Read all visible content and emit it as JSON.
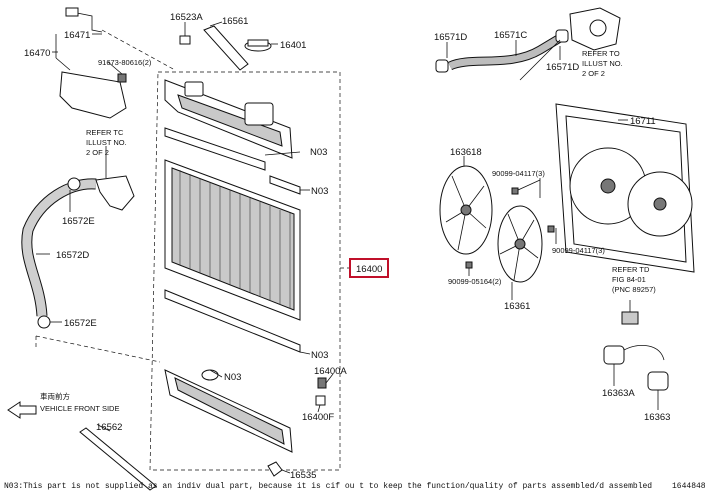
{
  "labels": {
    "p16471": "16471",
    "p16470": "16470",
    "p91673": "91673-80616(2)",
    "p16523A": "16523A",
    "p16561": "16561",
    "p16401": "16401",
    "p16571D_a": "16571D",
    "p16571C": "16571C",
    "p16571D_b": "16571D",
    "refer_right_1": "REFER TO",
    "refer_right_2": "ILLUST NO.",
    "refer_right_3": "2 OF 2",
    "refer_left_1": "REFER TC",
    "refer_left_2": "ILLUST NO.",
    "refer_left_3": "2 OF 2",
    "p16572E_a": "16572E",
    "p16572D": "16572D",
    "p16572E_b": "16572E",
    "n03_1": "N03",
    "n03_2": "N03",
    "n03_3": "N03",
    "n03_4": "N03",
    "p16400": "16400",
    "p16400A": "16400A",
    "p16400F": "16400F",
    "p16535": "16535",
    "p16562": "16562",
    "vehicle_jp": "車両前方",
    "vehicle_front": "VEHICLE FRONT SIDE",
    "p16711": "16711",
    "p16361B": "163618",
    "p90099_04117a": "90099-04117(3)",
    "p90099_04117b": "90099-04117(3)",
    "p90099_05164": "90099-05164(2)",
    "p16361": "16361",
    "refer_fig_1": "REFER TD",
    "refer_fig_2": "FIG 84-01",
    "refer_fig_3": "(PNC 89257)",
    "p16363A": "16363A",
    "p16363": "16363"
  },
  "footnote": "N03:This part is not supplied as an indiv dual part, because it is cif ou t to keep the function/quality of parts assembled/d assembled",
  "code": "1644848",
  "colors": {
    "highlight": "#c0102a",
    "line": "#111111",
    "fill_grey": "#c9c9c9"
  }
}
